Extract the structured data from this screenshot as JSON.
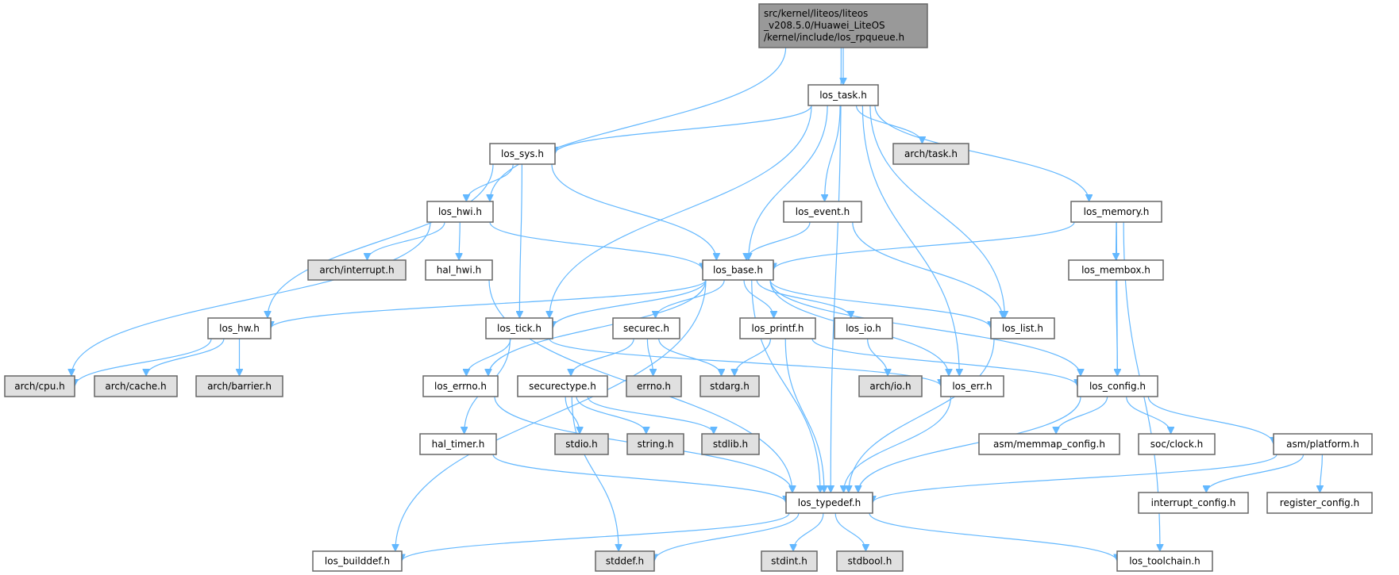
{
  "colors": {
    "edge": "#63b8ff",
    "root_fill": "#999999",
    "node_fill": "#ffffff",
    "external_fill": "#e0e0e0",
    "node_border": "#666666",
    "external_border": "#999999"
  },
  "graph": {
    "root": {
      "id": "root",
      "lines": [
        "src/kernel/liteos/liteos",
        "_v208.5.0/Huawei_LiteOS",
        "/kernel/include/los_rpqueue.h"
      ]
    },
    "nodes": [
      {
        "id": "los_task",
        "label": "los_task.h",
        "external": false
      },
      {
        "id": "arch_task",
        "label": "arch/task.h",
        "external": true
      },
      {
        "id": "los_sys",
        "label": "los_sys.h",
        "external": false
      },
      {
        "id": "los_hwi",
        "label": "los_hwi.h",
        "external": false
      },
      {
        "id": "los_event",
        "label": "los_event.h",
        "external": false
      },
      {
        "id": "los_memory",
        "label": "los_memory.h",
        "external": false
      },
      {
        "id": "arch_interrupt",
        "label": "arch/interrupt.h",
        "external": true
      },
      {
        "id": "hal_hwi",
        "label": "hal_hwi.h",
        "external": false
      },
      {
        "id": "los_base",
        "label": "los_base.h",
        "external": false
      },
      {
        "id": "los_membox",
        "label": "los_membox.h",
        "external": false
      },
      {
        "id": "los_hw",
        "label": "los_hw.h",
        "external": false
      },
      {
        "id": "los_tick",
        "label": "los_tick.h",
        "external": false
      },
      {
        "id": "securec",
        "label": "securec.h",
        "external": false
      },
      {
        "id": "los_printf",
        "label": "los_printf.h",
        "external": false
      },
      {
        "id": "los_io",
        "label": "los_io.h",
        "external": false
      },
      {
        "id": "los_list",
        "label": "los_list.h",
        "external": false
      },
      {
        "id": "arch_cpu",
        "label": "arch/cpu.h",
        "external": true
      },
      {
        "id": "arch_cache",
        "label": "arch/cache.h",
        "external": true
      },
      {
        "id": "arch_barrier",
        "label": "arch/barrier.h",
        "external": true
      },
      {
        "id": "los_errno",
        "label": "los_errno.h",
        "external": false
      },
      {
        "id": "securectype",
        "label": "securectype.h",
        "external": false
      },
      {
        "id": "errno",
        "label": "errno.h",
        "external": true
      },
      {
        "id": "stdarg",
        "label": "stdarg.h",
        "external": true
      },
      {
        "id": "arch_io",
        "label": "arch/io.h",
        "external": true
      },
      {
        "id": "los_err",
        "label": "los_err.h",
        "external": false
      },
      {
        "id": "los_config",
        "label": "los_config.h",
        "external": false
      },
      {
        "id": "hal_timer",
        "label": "hal_timer.h",
        "external": false
      },
      {
        "id": "stdio",
        "label": "stdio.h",
        "external": true
      },
      {
        "id": "string",
        "label": "string.h",
        "external": true
      },
      {
        "id": "stdlib",
        "label": "stdlib.h",
        "external": true
      },
      {
        "id": "asm_memmap",
        "label": "asm/memmap_config.h",
        "external": false
      },
      {
        "id": "soc_clock",
        "label": "soc/clock.h",
        "external": false
      },
      {
        "id": "asm_platform",
        "label": "asm/platform.h",
        "external": false
      },
      {
        "id": "los_typedef",
        "label": "los_typedef.h",
        "external": false
      },
      {
        "id": "interrupt_config",
        "label": "interrupt_config.h",
        "external": false
      },
      {
        "id": "register_config",
        "label": "register_config.h",
        "external": false
      },
      {
        "id": "los_builddef",
        "label": "los_builddef.h",
        "external": false
      },
      {
        "id": "stddef",
        "label": "stddef.h",
        "external": true
      },
      {
        "id": "stdint",
        "label": "stdint.h",
        "external": true
      },
      {
        "id": "stdbool",
        "label": "stdbool.h",
        "external": true
      },
      {
        "id": "los_toolchain",
        "label": "los_toolchain.h",
        "external": false
      }
    ],
    "edges": [
      [
        "root",
        "los_task"
      ],
      [
        "root",
        "los_hwi"
      ],
      [
        "root",
        "los_typedef"
      ],
      [
        "los_task",
        "los_sys"
      ],
      [
        "los_task",
        "los_tick"
      ],
      [
        "los_task",
        "los_base"
      ],
      [
        "los_task",
        "arch_task"
      ],
      [
        "los_task",
        "los_event"
      ],
      [
        "los_task",
        "los_err"
      ],
      [
        "los_task",
        "los_list"
      ],
      [
        "los_task",
        "los_memory"
      ],
      [
        "los_sys",
        "los_hwi"
      ],
      [
        "los_sys",
        "los_hw"
      ],
      [
        "los_sys",
        "los_tick"
      ],
      [
        "los_sys",
        "los_base"
      ],
      [
        "los_hwi",
        "arch_cpu"
      ],
      [
        "los_hwi",
        "arch_interrupt"
      ],
      [
        "los_hwi",
        "hal_hwi"
      ],
      [
        "los_hwi",
        "los_base"
      ],
      [
        "hal_hwi",
        "los_typedef"
      ],
      [
        "los_event",
        "los_base"
      ],
      [
        "los_event",
        "los_list"
      ],
      [
        "los_memory",
        "los_base"
      ],
      [
        "los_memory",
        "los_membox"
      ],
      [
        "los_memory",
        "los_config"
      ],
      [
        "los_memory",
        "los_toolchain"
      ],
      [
        "los_membox",
        "los_config"
      ],
      [
        "los_base",
        "los_builddef"
      ],
      [
        "los_base",
        "los_hw"
      ],
      [
        "los_base",
        "los_tick"
      ],
      [
        "los_base",
        "los_errno"
      ],
      [
        "los_base",
        "securec"
      ],
      [
        "los_base",
        "los_typedef"
      ],
      [
        "los_base",
        "los_printf"
      ],
      [
        "los_base",
        "los_io"
      ],
      [
        "los_base",
        "los_err"
      ],
      [
        "los_base",
        "los_list"
      ],
      [
        "los_base",
        "los_config"
      ],
      [
        "los_hw",
        "arch_cpu"
      ],
      [
        "los_hw",
        "arch_cache"
      ],
      [
        "los_hw",
        "arch_barrier"
      ],
      [
        "los_tick",
        "los_errno"
      ],
      [
        "los_tick",
        "hal_timer"
      ],
      [
        "los_tick",
        "los_err"
      ],
      [
        "securec",
        "securectype"
      ],
      [
        "securec",
        "errno"
      ],
      [
        "securec",
        "stdarg"
      ],
      [
        "securectype",
        "stddef"
      ],
      [
        "securectype",
        "stdio"
      ],
      [
        "securectype",
        "string"
      ],
      [
        "securectype",
        "stdlib"
      ],
      [
        "los_printf",
        "stdarg"
      ],
      [
        "los_printf",
        "los_typedef"
      ],
      [
        "los_printf",
        "los_config"
      ],
      [
        "los_io",
        "arch_io"
      ],
      [
        "los_list",
        "los_typedef"
      ],
      [
        "los_errno",
        "los_typedef"
      ],
      [
        "hal_timer",
        "los_typedef"
      ],
      [
        "los_err",
        "los_typedef"
      ],
      [
        "los_config",
        "los_typedef"
      ],
      [
        "los_config",
        "asm_memmap"
      ],
      [
        "los_config",
        "soc_clock"
      ],
      [
        "los_config",
        "asm_platform"
      ],
      [
        "asm_platform",
        "los_typedef"
      ],
      [
        "asm_platform",
        "interrupt_config"
      ],
      [
        "asm_platform",
        "register_config"
      ],
      [
        "los_typedef",
        "los_builddef"
      ],
      [
        "los_typedef",
        "stddef"
      ],
      [
        "los_typedef",
        "stdint"
      ],
      [
        "los_typedef",
        "stdbool"
      ],
      [
        "los_typedef",
        "los_toolchain"
      ]
    ]
  }
}
